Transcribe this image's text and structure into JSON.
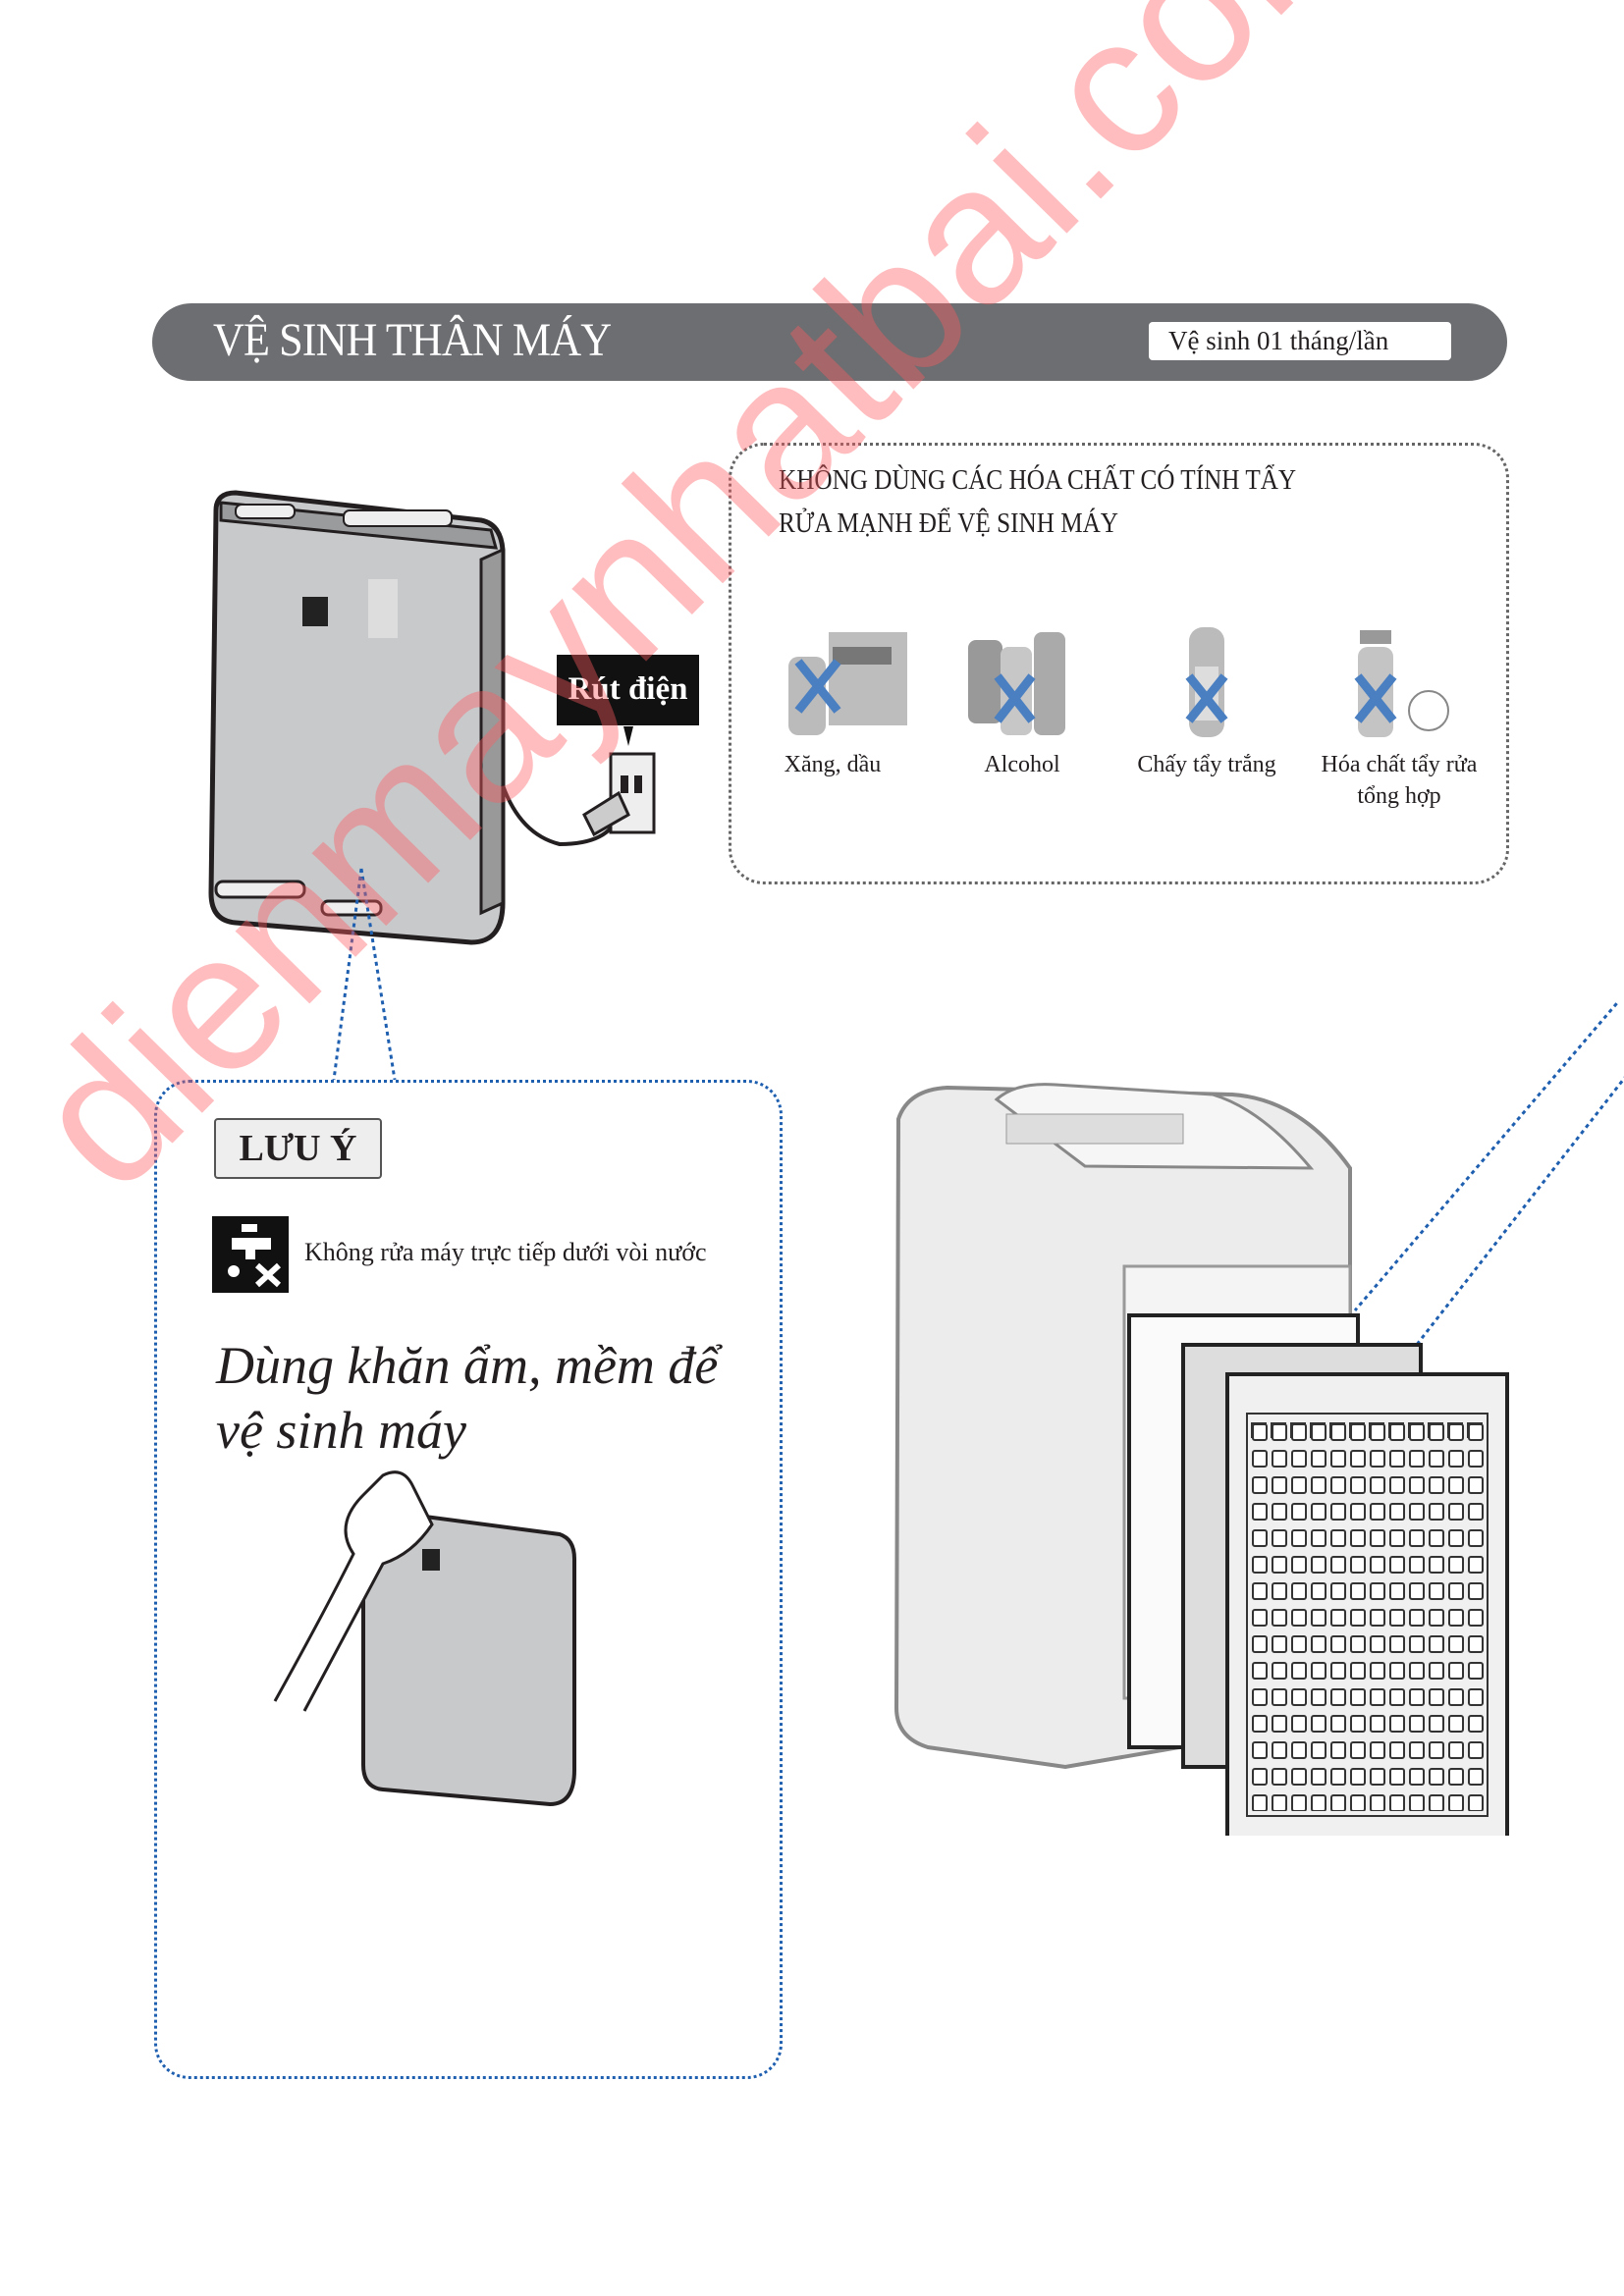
{
  "header": {
    "title": "VỆ SINH THÂN MÁY",
    "frequency_badge": "Vệ sinh 01 tháng/lần"
  },
  "warning_box": {
    "title_line1": "KHÔNG DÙNG CÁC HÓA CHẤT CÓ TÍNH TẨY",
    "title_line2": "RỬA MẠNH ĐỂ VỆ SINH MÁY",
    "items": [
      {
        "label": "Xăng, dầu",
        "icon": "petrol-bottles-icon"
      },
      {
        "label": "Alcohol",
        "icon": "alcohol-bottles-icon"
      },
      {
        "label": "Chấy tẩy trắng",
        "icon": "bleach-bottle-icon"
      },
      {
        "label": "Hóa chất tẩy rửa tổng hợp",
        "icon": "spray-detergent-icon"
      }
    ],
    "cross_color": "#4a7fc1"
  },
  "unplug_label": "Rút điện",
  "note": {
    "tag": "LƯU Ý",
    "warning": "Không rửa máy trực tiếp dưới vòi nước",
    "instruction": "Dùng khăn ẩm, mềm để vệ sinh máy"
  },
  "watermark": "dienmaynhatbai.com"
}
